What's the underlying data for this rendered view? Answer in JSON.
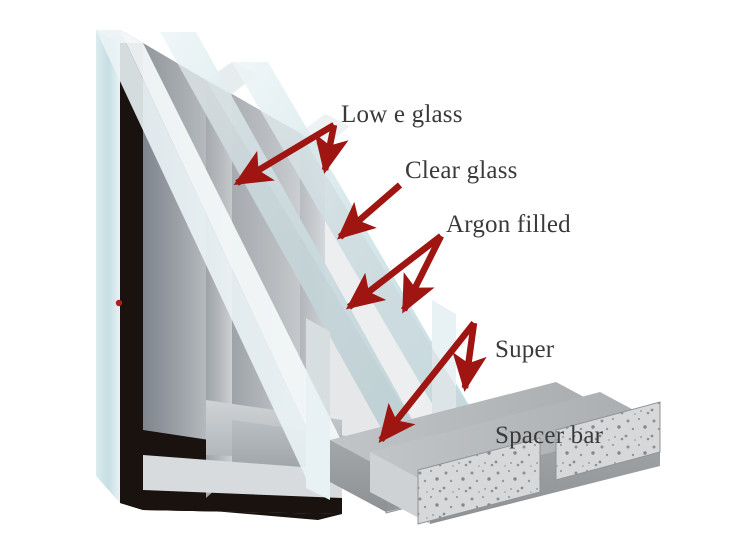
{
  "diagram": {
    "title": "Triple glazed insulating glass unit cutaway",
    "background_color": "#ffffff",
    "labels": {
      "low_e": "Low e glass",
      "clear": "Clear glass",
      "argon": "Argon filled",
      "spacer_line1": "Super",
      "spacer_line2": "Spacer bar"
    },
    "colors": {
      "arrow_red": "#9e1512",
      "arrow_red_dark": "#8c0f0f",
      "glass_edge_cyan": "#cfe4e8",
      "glass_edge_cyan_light": "#e3eff1",
      "glass_face_white": "#f4f8f9",
      "pane_gray_dark": "#8f949a",
      "pane_gray_mid": "#a9aeb3",
      "pane_gray_light": "#c6cace",
      "frame_black": "#19120f",
      "spacer_gray_top": "#b9bcbe",
      "spacer_gray_side": "#9a9da0",
      "spacer_end_face": "#d2d4d6",
      "text_gray": "#3a3a3a",
      "red_dot": "#a8201c"
    },
    "components": [
      {
        "name": "low-e-glass-pane",
        "label": "Low e glass",
        "arrows": 2
      },
      {
        "name": "clear-glass-pane",
        "label": "Clear glass",
        "arrows": 1
      },
      {
        "name": "argon-gas-cavity",
        "label": "Argon filled",
        "arrows": 2
      },
      {
        "name": "super-spacer-bar",
        "label": "Super Spacer bar",
        "arrows": 2
      }
    ]
  }
}
